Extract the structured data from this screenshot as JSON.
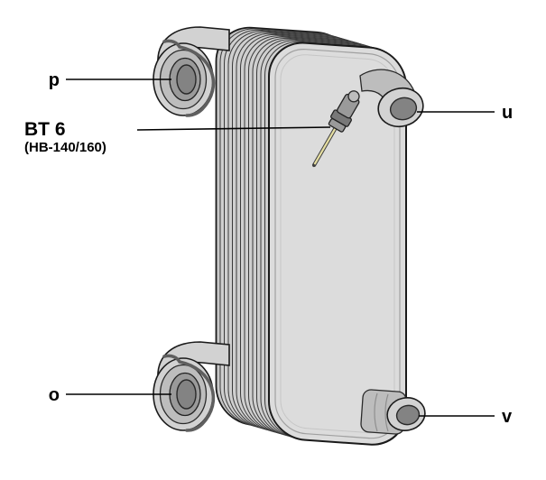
{
  "diagram": {
    "subject": "plate-heat-exchanger-connection-callouts",
    "callouts": {
      "p": "p",
      "u": "u",
      "o": "o",
      "v": "v",
      "bt6_label": "BT 6",
      "bt6_sublabel": "(HB-140/160)"
    },
    "colors": {
      "outline": "#1a1a1a",
      "body_fill": "#dcdcdc",
      "plate_fill": "#cfcfcf",
      "port_hole": "#838383",
      "sensor_probe": "#e6dfa2",
      "label_text": "#000000",
      "background": "#ffffff"
    }
  }
}
